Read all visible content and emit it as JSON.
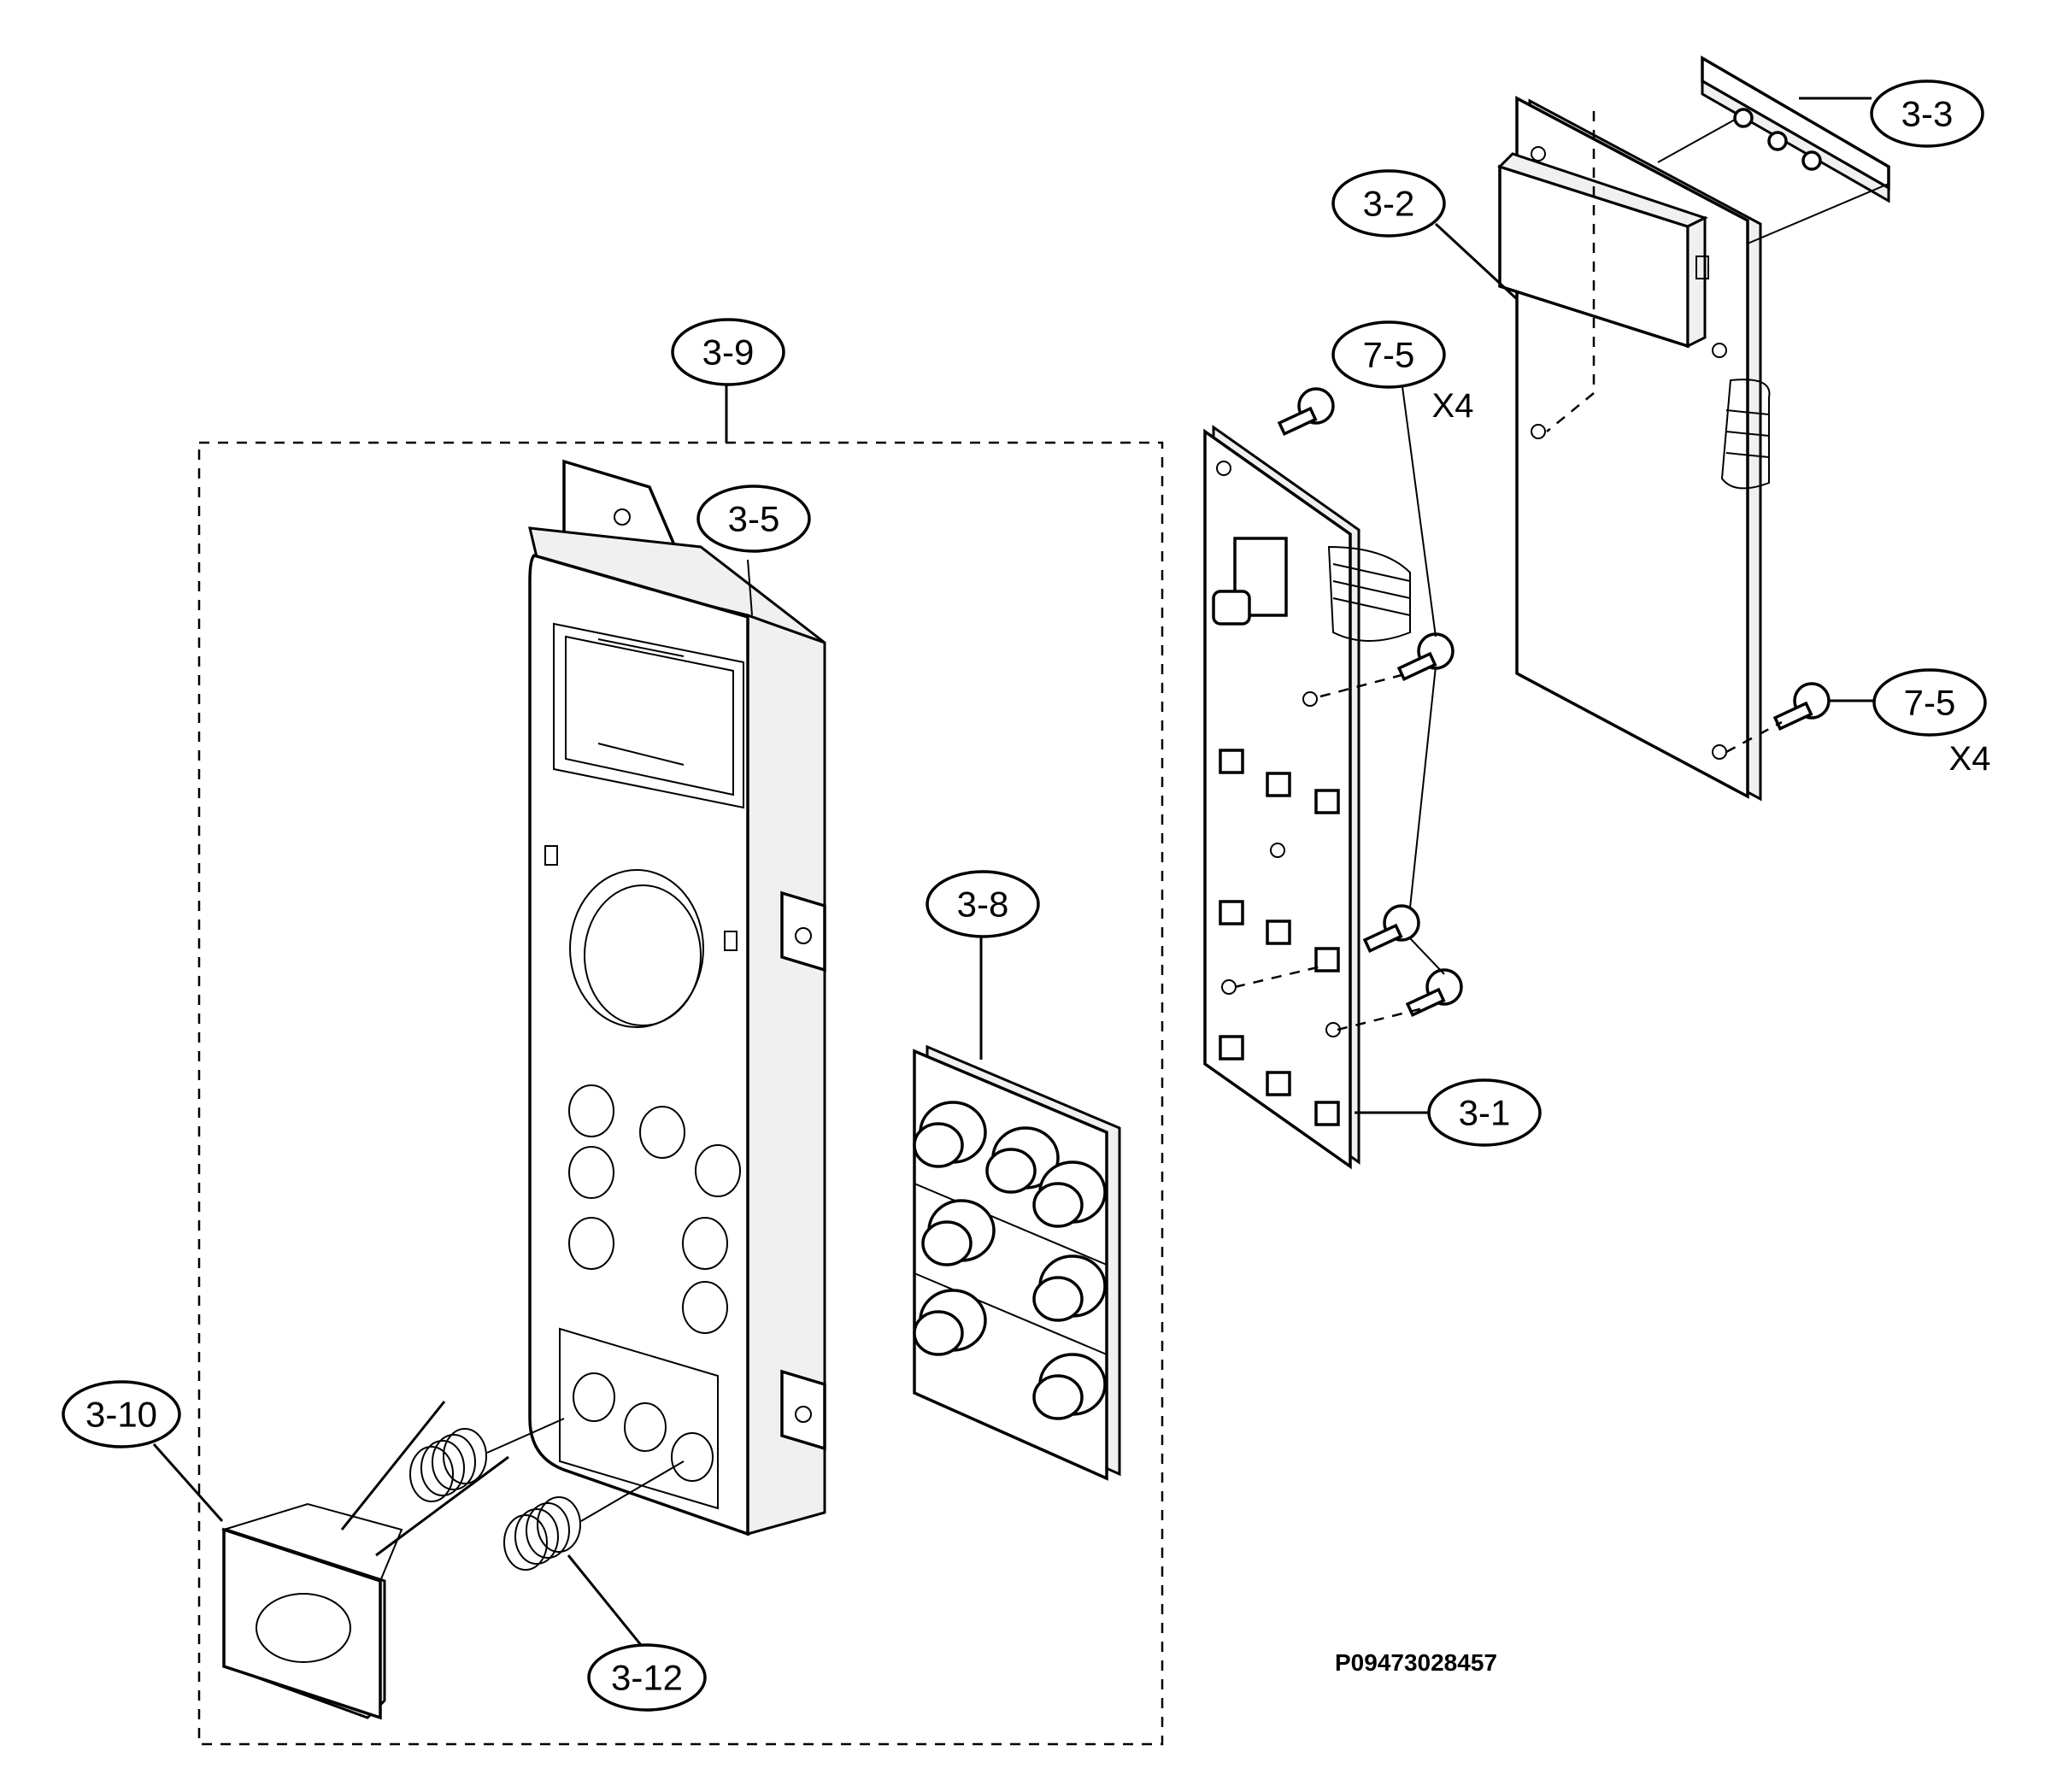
{
  "diagram": {
    "callouts": [
      {
        "id": "c-3-3",
        "label": "3-3"
      },
      {
        "id": "c-3-2",
        "label": "3-2"
      },
      {
        "id": "c-3-9",
        "label": "3-9"
      },
      {
        "id": "c-7-5a",
        "label": "7-5"
      },
      {
        "id": "c-3-5",
        "label": "3-5"
      },
      {
        "id": "c-7-5b",
        "label": "7-5"
      },
      {
        "id": "c-3-8",
        "label": "3-8"
      },
      {
        "id": "c-3-1",
        "label": "3-1"
      },
      {
        "id": "c-3-10",
        "label": "3-10"
      },
      {
        "id": "c-3-12",
        "label": "3-12"
      }
    ],
    "quantities": {
      "screw_top": "X4",
      "screw_right": "X4"
    },
    "document_id": "P09473028457"
  }
}
